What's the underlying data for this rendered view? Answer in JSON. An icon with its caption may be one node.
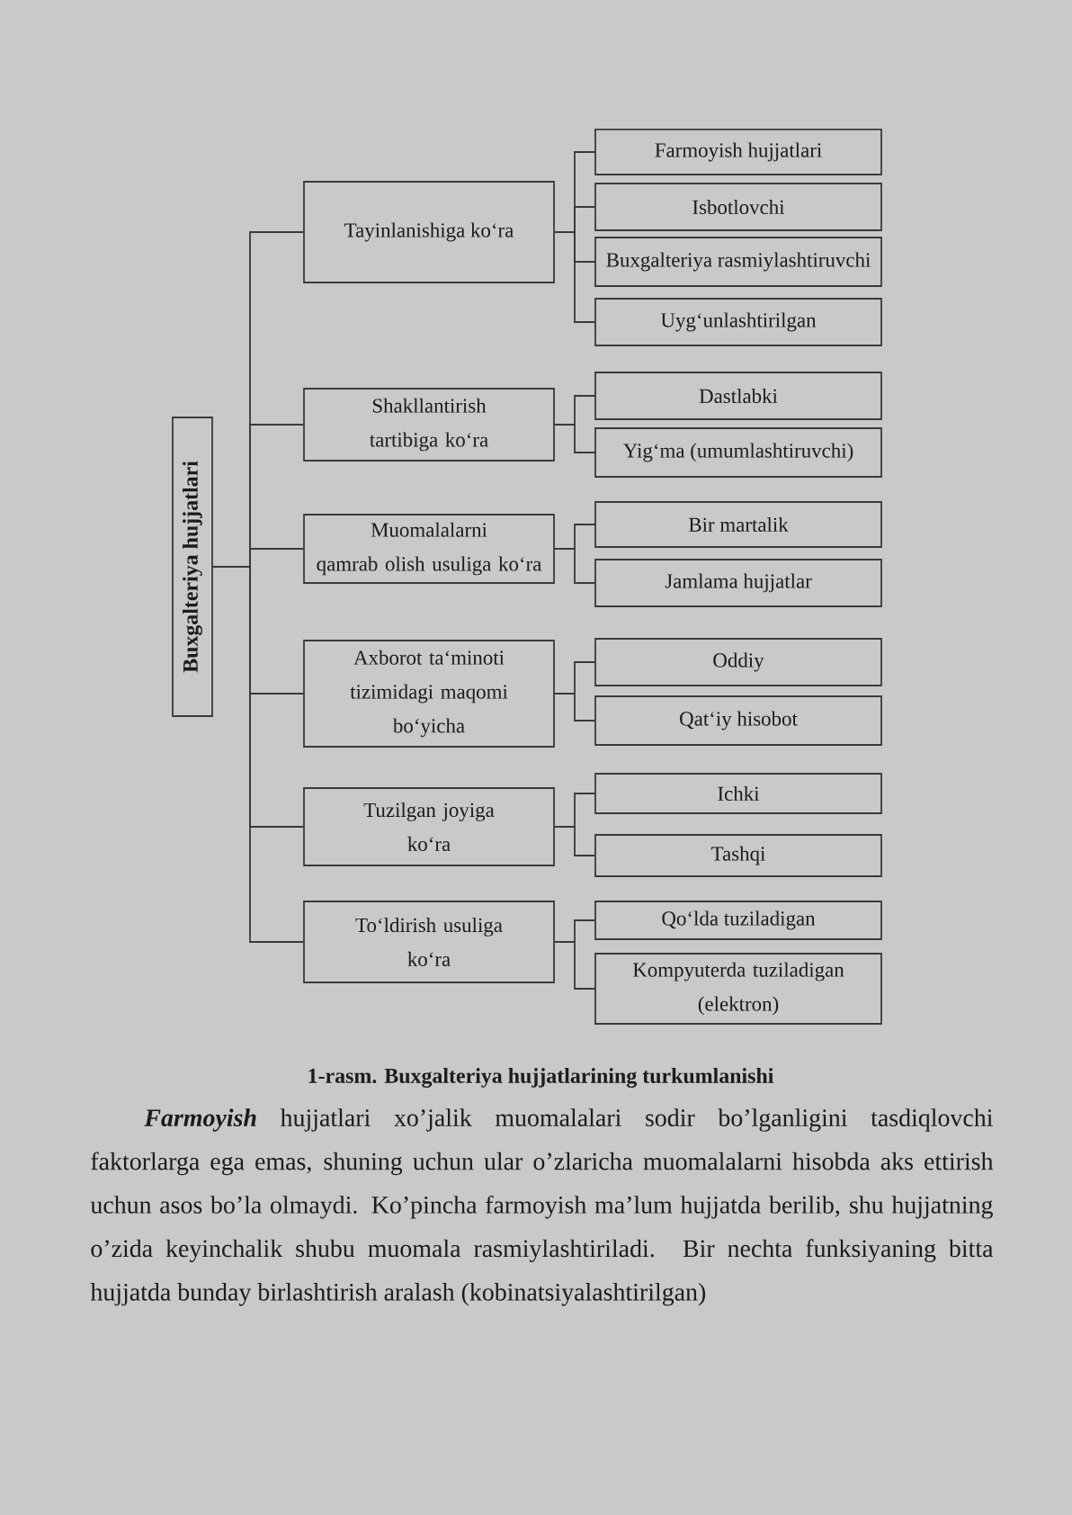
{
  "diagram": {
    "caption": "1-rasm. Buxgalteriya hujjatlarining turkumlanishi",
    "nodes": [
      {
        "text": [
          "Buxgalteriya hujjatlari"
        ]
      },
      {
        "text": [
          "Tayinlanishiga ko‘ra"
        ]
      },
      {
        "text": [
          "Farmoyish hujjatlari"
        ]
      },
      {
        "text": [
          "Isbotlovchi"
        ]
      },
      {
        "text": [
          "Buxgalteriya rasmiylashtiruvchi"
        ]
      },
      {
        "text": [
          "Uyg‘unlashtirilgan"
        ]
      },
      {
        "text": [
          "Shakllantirish tartibiga ko‘ra"
        ]
      },
      {
        "text": [
          "Dastlabki"
        ]
      },
      {
        "text": [
          "Yig‘ma (umumlashtiruvchi)"
        ]
      },
      {
        "text": [
          "Muomalalarni qamrab olish usuliga ko‘ra"
        ]
      },
      {
        "text": [
          "Bir martalik"
        ]
      },
      {
        "text": [
          "Jamlama hujjatlar"
        ]
      },
      {
        "text": [
          "Axborot ta‘minoti tizimidagi maqomi bo‘yicha"
        ]
      },
      {
        "text": [
          "Oddiy"
        ]
      },
      {
        "text": [
          "Qat‘iy hisobot"
        ]
      },
      {
        "text": [
          "Tuzilgan joyiga ko‘ra"
        ]
      },
      {
        "text": [
          "Ichki"
        ]
      },
      {
        "text": [
          "Tashqi"
        ]
      },
      {
        "text": [
          "To‘ldirish usuliga ko‘ra"
        ]
      },
      {
        "text": [
          "Qo‘lda tuziladigan"
        ]
      },
      {
        "text": [
          "Kompyuterda tuziladigan (elektron)"
        ]
      }
    ],
    "edges": [
      {
        "from": 0,
        "to": 1,
        "arrow": "none"
      },
      {
        "from": 0,
        "to": 6,
        "arrow": "none"
      },
      {
        "from": 0,
        "to": 9,
        "arrow": "none"
      },
      {
        "from": 0,
        "to": 12,
        "arrow": "none"
      },
      {
        "from": 0,
        "to": 15,
        "arrow": "none"
      },
      {
        "from": 0,
        "to": 18,
        "arrow": "none"
      },
      {
        "from": 1,
        "to": 2,
        "arrow": "none"
      },
      {
        "from": 1,
        "to": 3,
        "arrow": "none"
      },
      {
        "from": 1,
        "to": 4,
        "arrow": "none"
      },
      {
        "from": 1,
        "to": 5,
        "arrow": "none"
      },
      {
        "from": 6,
        "to": 7,
        "arrow": "none"
      },
      {
        "from": 6,
        "to": 8,
        "arrow": "none"
      },
      {
        "from": 9,
        "to": 10,
        "arrow": "none"
      },
      {
        "from": 9,
        "to": 11,
        "arrow": "none"
      },
      {
        "from": 12,
        "to": 13,
        "arrow": "none"
      },
      {
        "from": 12,
        "to": 14,
        "arrow": "none"
      },
      {
        "from": 15,
        "to": 16,
        "arrow": "none"
      },
      {
        "from": 15,
        "to": 17,
        "arrow": "none"
      },
      {
        "from": 18,
        "to": 19,
        "arrow": "none"
      },
      {
        "from": 18,
        "to": 20,
        "arrow": "none"
      }
    ],
    "labels": [
      "**Farmoyish** hujjatlari xo’jalik muomalalari sodir bo’lganligini tasdiqlovchi faktorlarga ega emas, shuning uchun ular o’zlaricha muomalalarni hisobda aks ettirish uchun asos bo’la olmaydi. Ko’pincha farmoyish ma’lum hujjatda berilib, shu hujjatning o’zida keyinchalik shubu muomala rasmiylashtiriladi. Bir nechta funksiyaning bitta hujjatda bunday birlashtirish aralash (kobinatsiyalashtirilgan)"
    ]
  }
}
